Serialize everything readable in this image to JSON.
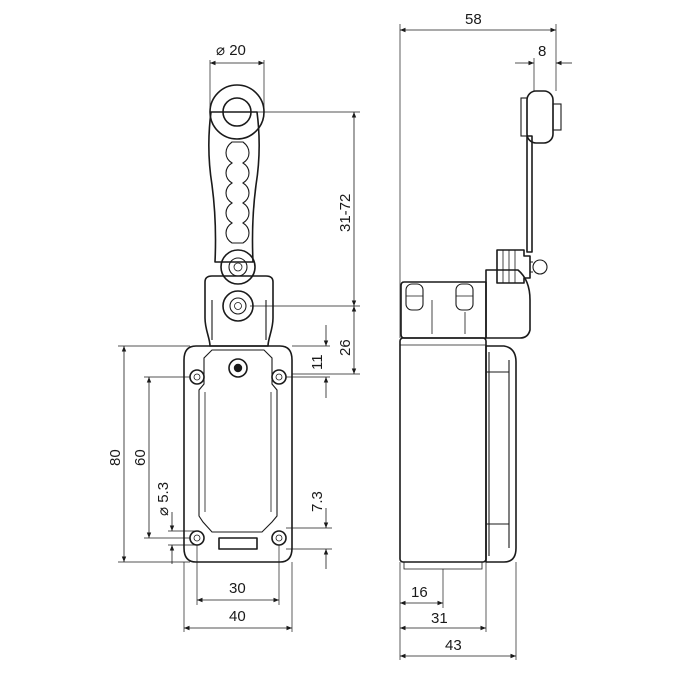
{
  "dimensions": {
    "roller_diameter": "⌀ 20",
    "lever_length": "31-72",
    "actuator_height": "26",
    "head_offset": "11",
    "body_height": "80",
    "hole_spacing_vertical": "60",
    "hole_diameter": "⌀ 5.3",
    "hole_offset_bottom": "7.3",
    "hole_spacing_horizontal": "30",
    "body_width": "40",
    "total_depth": "58",
    "roller_width": "8",
    "mount_offset": "16",
    "body_depth": "31",
    "housing_depth": "43"
  }
}
